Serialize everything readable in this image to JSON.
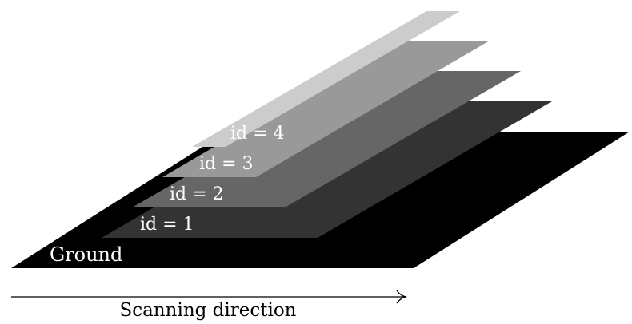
{
  "diagram": {
    "layers": [
      {
        "label": "Ground",
        "fill": "#000000",
        "text_color": "#ffffff"
      },
      {
        "label": "id = 1",
        "fill": "#333333",
        "text_color": "#ffffff"
      },
      {
        "label": "id = 2",
        "fill": "#666666",
        "text_color": "#ffffff"
      },
      {
        "label": "id = 3",
        "fill": "#999999",
        "text_color": "#ffffff"
      },
      {
        "label": "id = 4",
        "fill": "#cccccc",
        "text_color": "#ffffff"
      }
    ],
    "arrow_label": "Scanning direction"
  }
}
